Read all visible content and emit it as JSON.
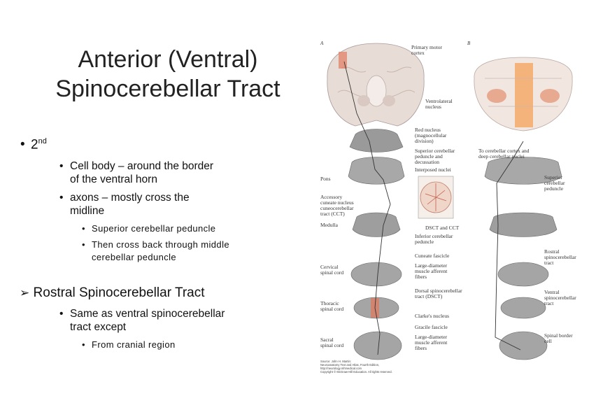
{
  "slide": {
    "title_line1": "Anterior (Ventral)",
    "title_line2": "Spinocerebellar Tract",
    "bullet1": {
      "text": "2",
      "sup": "nd"
    },
    "sub1": [
      {
        "text_l1": "Cell body – around the border",
        "text_l2": "of the ventral horn"
      },
      {
        "text_l1": "axons – mostly cross the",
        "text_l2": "midline"
      }
    ],
    "subsub1": [
      {
        "text_l1": "Superior cerebellar peduncle",
        "text_l2": ""
      },
      {
        "text_l1": "Then cross back through middle",
        "text_l2": "cerebellar peduncle"
      }
    ],
    "bullet2": "Rostral Spinocerebellar Tract",
    "sub2": [
      {
        "text_l1": "Same as ventral spinocerebellar",
        "text_l2": "tract except"
      }
    ],
    "subsub2": [
      {
        "text_l1": "From cranial region"
      }
    ]
  },
  "figure": {
    "panel_a": "A",
    "panel_b": "B",
    "labels_a": {
      "primary_motor": [
        "Primary motor",
        "cortex"
      ],
      "ventrolateral": [
        "Ventrolateral",
        "nucleus"
      ],
      "red_nucleus": [
        "Red nucleus",
        "(magnocellular",
        "division)"
      ],
      "superior_ped": [
        "Superior cerebellar",
        "peduncle and",
        "decussation"
      ],
      "interposed": "Interposed nuclei",
      "pons": "Pons",
      "accessory": [
        "Accessory",
        "cuneate nucleus",
        "cuneocerebellar",
        "tract (CCT)"
      ],
      "medulla": "Medulla",
      "dsct_cct": "DSCT and CCT",
      "inferior_ped": [
        "Inferior cerebellar",
        "peduncle"
      ],
      "cuneate": "Cuneate fascicle",
      "cervical": [
        "Cervical",
        "spinal cord"
      ],
      "large_diam1": [
        "Large-diameter",
        "muscle afferent",
        "fibers"
      ],
      "dorsal_sct": [
        "Dorsal spinocerebellar",
        "tract (DSCT)"
      ],
      "thoracic": [
        "Thoracic",
        "spinal cord"
      ],
      "clarkes": "Clarke's nucleus",
      "gracile": "Gracile fascicle",
      "sacral": [
        "Sacral",
        "spinal cord"
      ],
      "large_diam2": [
        "Large-diameter",
        "muscle afferent",
        "fibers"
      ]
    },
    "labels_b": {
      "to_cortex": [
        "To cerebellar cortex and",
        "deep cerebellar nuclei"
      ],
      "superior": [
        "Superior",
        "cerebellar",
        "peduncle"
      ],
      "rostral": [
        "Rostral",
        "spinocerebellar",
        "tract"
      ],
      "ventral": [
        "Ventral",
        "spinocerebellar",
        "tract"
      ],
      "spinal_border": [
        "Spinal border",
        "cell"
      ]
    },
    "source": [
      "Source: John H. Martin:",
      "Neuroanatomy Text and Atlas, Fourth Edition,",
      "http://neurology.mhmedical.com",
      "Copyright © McGraw-Hill Education. All rights reserved."
    ],
    "colors": {
      "tract": "#e07a5f",
      "tract_b": "#f4a259",
      "tissue": "#cfcfcf",
      "brain": "#e8dcd6"
    }
  }
}
